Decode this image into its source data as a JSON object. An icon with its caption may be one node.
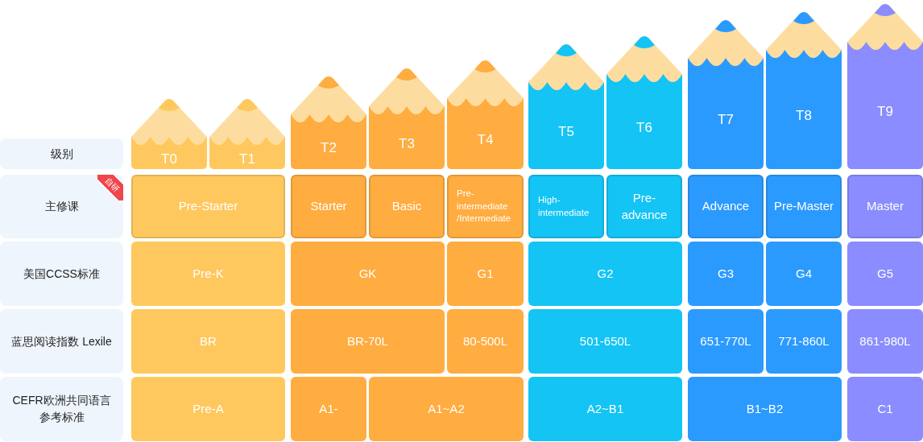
{
  "diagram": {
    "nodes": [
      {
        "text": [
          "级别"
        ]
      },
      {
        "text": [
          "T0"
        ]
      },
      {
        "text": [
          "T1"
        ]
      },
      {
        "text": [
          "T2"
        ]
      },
      {
        "text": [
          "T3"
        ]
      },
      {
        "text": [
          "T4"
        ]
      },
      {
        "text": [
          "T5"
        ]
      },
      {
        "text": [
          "T6"
        ]
      },
      {
        "text": [
          "T7"
        ]
      },
      {
        "text": [
          "T8"
        ]
      },
      {
        "text": [
          "T9"
        ]
      },
      {
        "text": [
          "主修课"
        ]
      },
      {
        "text": [
          "自研"
        ],
        "in": 11
      },
      {
        "text": [
          "Pre-Starter"
        ]
      },
      {
        "text": [
          "Starter"
        ]
      },
      {
        "text": [
          "Basic"
        ]
      },
      {
        "text": [
          "Pre- intermediate /Intermediate"
        ]
      },
      {
        "text": [
          "High- intermediate"
        ]
      },
      {
        "text": [
          "Pre-advance"
        ]
      },
      {
        "text": [
          "Advance"
        ]
      },
      {
        "text": [
          "Pre-Master"
        ]
      },
      {
        "text": [
          "Master"
        ]
      },
      {
        "text": [
          "美国CCSS标准"
        ]
      },
      {
        "text": [
          "Pre-K"
        ]
      },
      {
        "text": [
          "GK"
        ]
      },
      {
        "text": [
          "G1"
        ]
      },
      {
        "text": [
          "G2"
        ]
      },
      {
        "text": [
          "G3"
        ]
      },
      {
        "text": [
          "G4"
        ]
      },
      {
        "text": [
          "G5"
        ]
      },
      {
        "text": [
          "蓝思阅读指数 Lexile"
        ]
      },
      {
        "text": [
          "BR"
        ]
      },
      {
        "text": [
          "BR-70L"
        ]
      },
      {
        "text": [
          "80-500L"
        ]
      },
      {
        "text": [
          "501-650L"
        ]
      },
      {
        "text": [
          "651-770L"
        ]
      },
      {
        "text": [
          "771-860L"
        ]
      },
      {
        "text": [
          "861-980L"
        ]
      },
      {
        "text": [
          "CEFR欧洲共同语言参考标准"
        ]
      },
      {
        "text": [
          "Pre-A"
        ]
      },
      {
        "text": [
          "A1-"
        ]
      },
      {
        "text": [
          "A1~A2"
        ]
      },
      {
        "text": [
          "A2~B1"
        ]
      },
      {
        "text": [
          "B1~B2"
        ]
      },
      {
        "text": [
          "C1"
        ]
      }
    ]
  }
}
